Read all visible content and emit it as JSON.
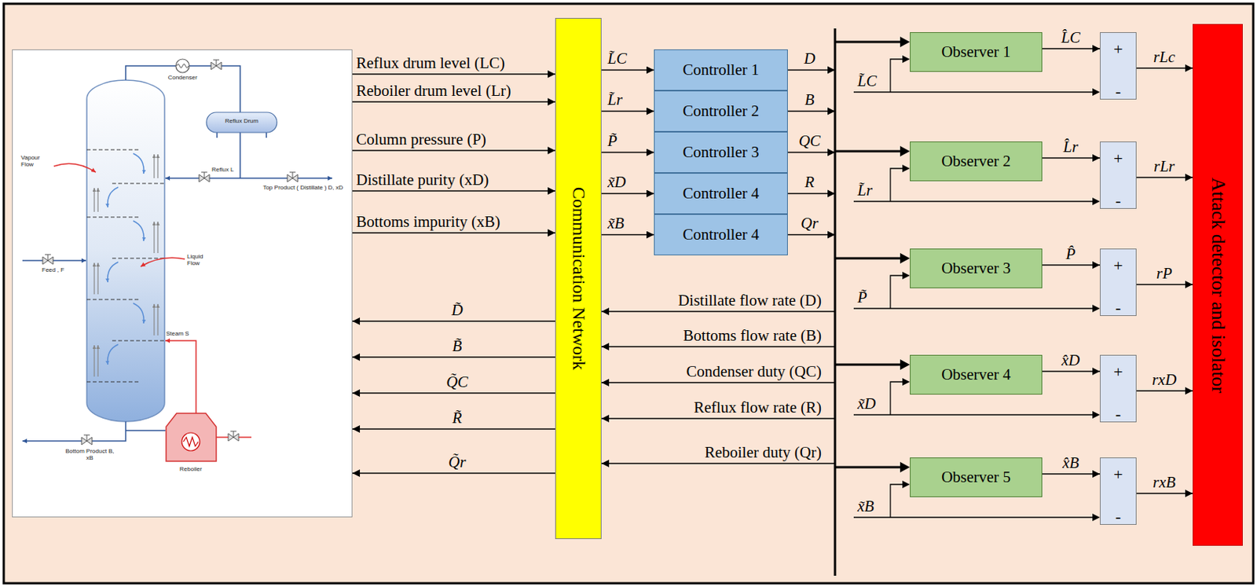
{
  "diagram": {
    "nodes": [
      {
        "text": [
          "Condenser",
          "Reflux Drum",
          "Vapour Flow",
          "Reflux L",
          "Top Product ( Distillate ) D, xD",
          "Liquid Flow",
          "Feed , F",
          "Steam S",
          "Bottom Product B, xB",
          "Reboiler"
        ]
      },
      {
        "text": [
          "Communication Network"
        ]
      },
      {
        "text": [
          "Controller 1"
        ]
      },
      {
        "text": [
          "Controller 2"
        ]
      },
      {
        "text": [
          "Controller 3"
        ]
      },
      {
        "text": [
          "Controller 4"
        ]
      },
      {
        "text": [
          "Controller 4"
        ]
      },
      {
        "text": [
          "Observer 1"
        ]
      },
      {
        "text": [
          "+",
          "-"
        ]
      },
      {
        "text": [
          "Observer 2"
        ]
      },
      {
        "text": [
          "+",
          "-"
        ]
      },
      {
        "text": [
          "Observer 3"
        ]
      },
      {
        "text": [
          "+",
          "-"
        ]
      },
      {
        "text": [
          "Observer 4"
        ]
      },
      {
        "text": [
          "+",
          "-"
        ]
      },
      {
        "text": [
          "Observer 5"
        ]
      },
      {
        "text": [
          "+",
          "-"
        ]
      },
      {
        "text": [
          "Attack detector and isolator"
        ]
      }
    ],
    "edges": [
      {
        "from": 0,
        "to": 1,
        "label": "Reflux drum level (LC)",
        "arrow": "to"
      },
      {
        "from": 0,
        "to": 1,
        "label": "Reboiler drum level (Lr)",
        "arrow": "to"
      },
      {
        "from": 0,
        "to": 1,
        "label": "Column pressure (P)",
        "arrow": "to"
      },
      {
        "from": 0,
        "to": 1,
        "label": "Distillate purity (xD)",
        "arrow": "to"
      },
      {
        "from": 0,
        "to": 1,
        "label": "Bottoms impurity (xB)",
        "arrow": "to"
      },
      {
        "from": 1,
        "to": 2,
        "label": "L̃C",
        "arrow": "to"
      },
      {
        "from": 1,
        "to": 3,
        "label": "L̃r",
        "arrow": "to"
      },
      {
        "from": 1,
        "to": 4,
        "label": "P̃",
        "arrow": "to"
      },
      {
        "from": 1,
        "to": 5,
        "label": "x̃D",
        "arrow": "to"
      },
      {
        "from": 1,
        "to": 6,
        "label": "x̃B",
        "arrow": "to"
      },
      {
        "from": 2,
        "to": 1,
        "label": "Distillate flow rate (D)",
        "arrow": "to"
      },
      {
        "from": 3,
        "to": 1,
        "label": "Bottoms flow rate (B)",
        "arrow": "to"
      },
      {
        "from": 4,
        "to": 1,
        "label": "Condenser duty (QC)",
        "arrow": "to"
      },
      {
        "from": 5,
        "to": 1,
        "label": "Reflux flow rate (R)",
        "arrow": "to"
      },
      {
        "from": 6,
        "to": 1,
        "label": "Reboiler duty (Qr)",
        "arrow": "to"
      },
      {
        "from": 1,
        "to": 0,
        "label": "D̃",
        "arrow": "to"
      },
      {
        "from": 1,
        "to": 0,
        "label": "B̃",
        "arrow": "to"
      },
      {
        "from": 1,
        "to": 0,
        "label": "Q̃C",
        "arrow": "to"
      },
      {
        "from": 1,
        "to": 0,
        "label": "R̃",
        "arrow": "to"
      },
      {
        "from": 1,
        "to": 0,
        "label": "Q̃r",
        "arrow": "to"
      },
      {
        "from": 7,
        "to": 8,
        "label": "L̂C",
        "arrow": "to"
      },
      {
        "from": 9,
        "to": 10,
        "label": "L̂r",
        "arrow": "to"
      },
      {
        "from": 11,
        "to": 12,
        "label": "P̂",
        "arrow": "to"
      },
      {
        "from": 13,
        "to": 14,
        "label": "x̂D",
        "arrow": "to"
      },
      {
        "from": 15,
        "to": 16,
        "label": "x̂B",
        "arrow": "to"
      },
      {
        "from": 8,
        "to": 17,
        "label": "rLc",
        "arrow": "to"
      },
      {
        "from": 10,
        "to": 17,
        "label": "rLr",
        "arrow": "to"
      },
      {
        "from": 12,
        "to": 17,
        "label": "rP",
        "arrow": "to"
      },
      {
        "from": 14,
        "to": 17,
        "label": "rxD",
        "arrow": "to"
      },
      {
        "from": 16,
        "to": 17,
        "label": "rxB",
        "arrow": "to"
      }
    ],
    "labels": [
      "D",
      "B",
      "QC",
      "R",
      "Qr",
      "L̃C",
      "L̃r",
      "P̃",
      "x̃D",
      "x̃B"
    ]
  }
}
